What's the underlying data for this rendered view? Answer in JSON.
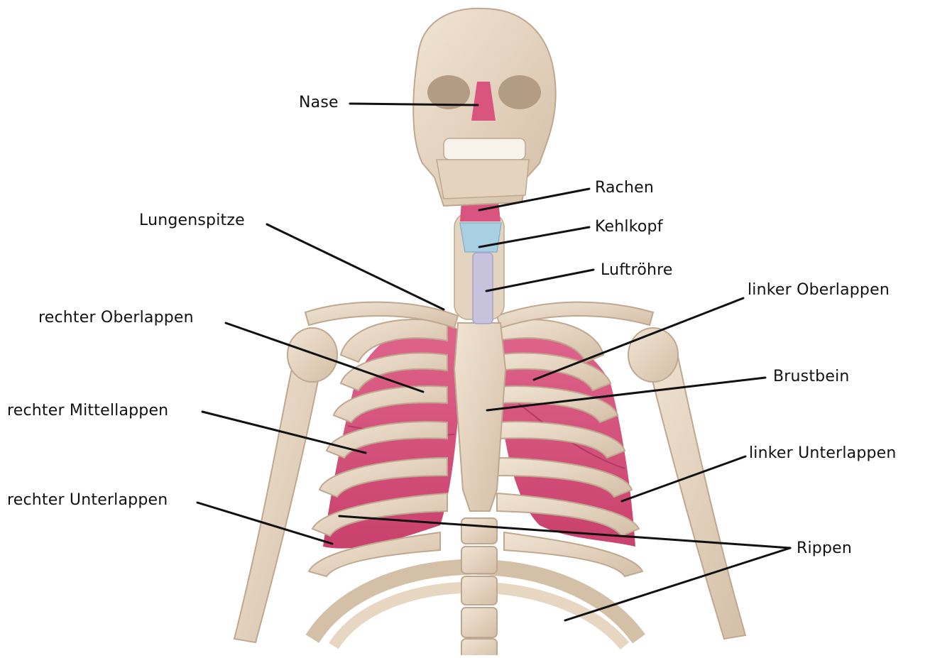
{
  "labels": {
    "nase": "Nase",
    "rachen": "Rachen",
    "kehlkopf": "Kehlkopf",
    "luftroehre": "Luftröhre",
    "lungenspitze": "Lungenspitze",
    "linker_oberlappen": "linker Oberlappen",
    "rechter_oberlappen": "rechter Oberlappen",
    "brustbein": "Brustbein",
    "rechter_mittellappen": "rechter Mittellappen",
    "linker_unterlappen": "linker Unterlappen",
    "rechter_unterlappen": "rechter Unterlappen",
    "rippen": "Rippen"
  },
  "colors": {
    "bone": "#e8d8c6",
    "bone_shadow": "#c9b39c",
    "lung": "#d9547f",
    "lung_light": "#e77a9b",
    "cartilage": "#a9cfe3",
    "trachea": "#c7c3dc",
    "leader_line": "#111111"
  }
}
